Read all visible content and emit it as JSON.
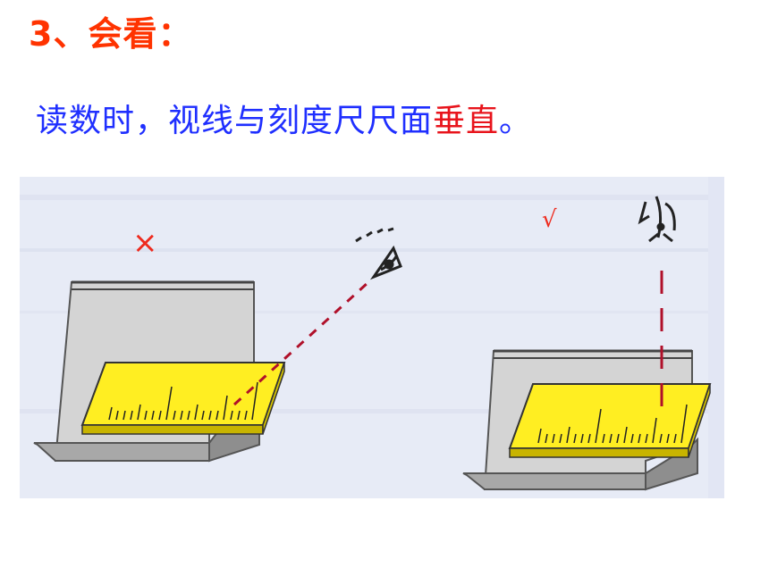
{
  "heading": "3、会看：",
  "instruction": {
    "text_before": "读数时，视线与刻度尺尺面",
    "highlight": "垂直",
    "text_after": "。"
  },
  "figure": {
    "wrong_mark": "×",
    "right_mark": "√"
  },
  "colors": {
    "heading": "#ff3300",
    "body_text": "#1f2fff",
    "highlight": "#e8141c",
    "mark": "#ee2a1d",
    "ruler": "#ffee22",
    "panel": "#e6eaf6"
  }
}
